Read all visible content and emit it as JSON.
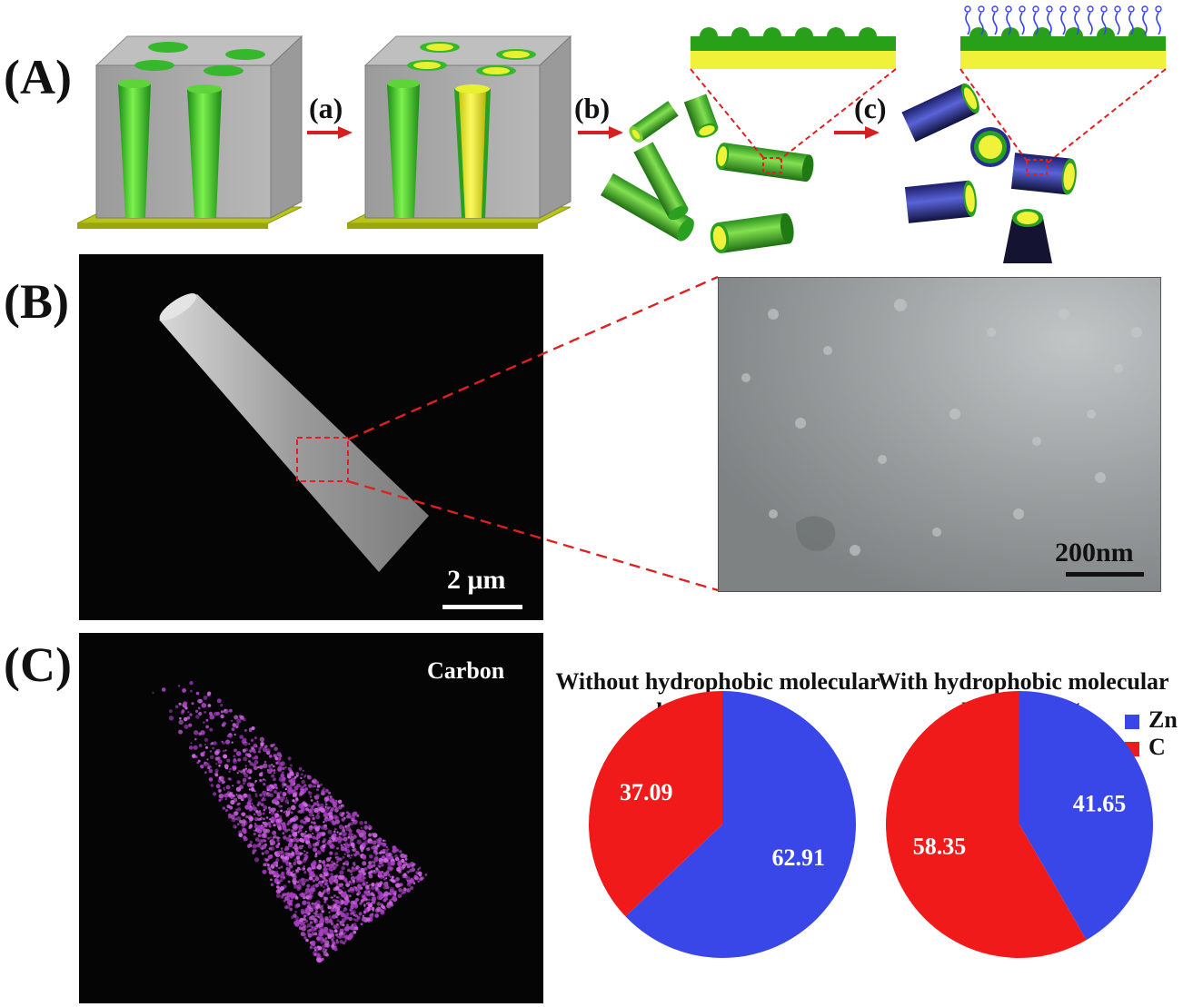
{
  "figure": {
    "panels": [
      "(A)",
      "(B)",
      "(C)"
    ],
    "steps": [
      "(a)",
      "(b)",
      "(c)"
    ],
    "sem_scalebar_low": "2 μm",
    "sem_scalebar_high": "200nm",
    "eds_label": "Carbon"
  },
  "colors": {
    "zn": "#3a47e8",
    "c": "#f01a1a",
    "tube_green": "#38c02a",
    "tube_yellow": "#e8f030",
    "template_grey": "#a7a7a7",
    "zoom_line": "#e02020"
  },
  "legend": [
    {
      "label": "Zn",
      "color": "#3a47e8"
    },
    {
      "label": "C",
      "color": "#f01a1a"
    }
  ],
  "chart_data": [
    {
      "type": "pie",
      "title": "Without hydrophobic molecular layer—At%",
      "title_lines": [
        "Without hydrophobic molecular",
        "layer—At%"
      ],
      "categories": [
        "Zn",
        "C"
      ],
      "values": [
        62.91,
        37.09
      ],
      "value_labels": [
        "62.91",
        "37.09"
      ],
      "legend_position": "none"
    },
    {
      "type": "pie",
      "title": "With hydrophobic molecular layer—At%",
      "title_lines": [
        "With hydrophobic molecular",
        "layer—At%"
      ],
      "categories": [
        "Zn",
        "C"
      ],
      "values": [
        41.65,
        58.35
      ],
      "value_labels": [
        "41.65",
        "58.35"
      ],
      "legend_position": "right"
    }
  ]
}
